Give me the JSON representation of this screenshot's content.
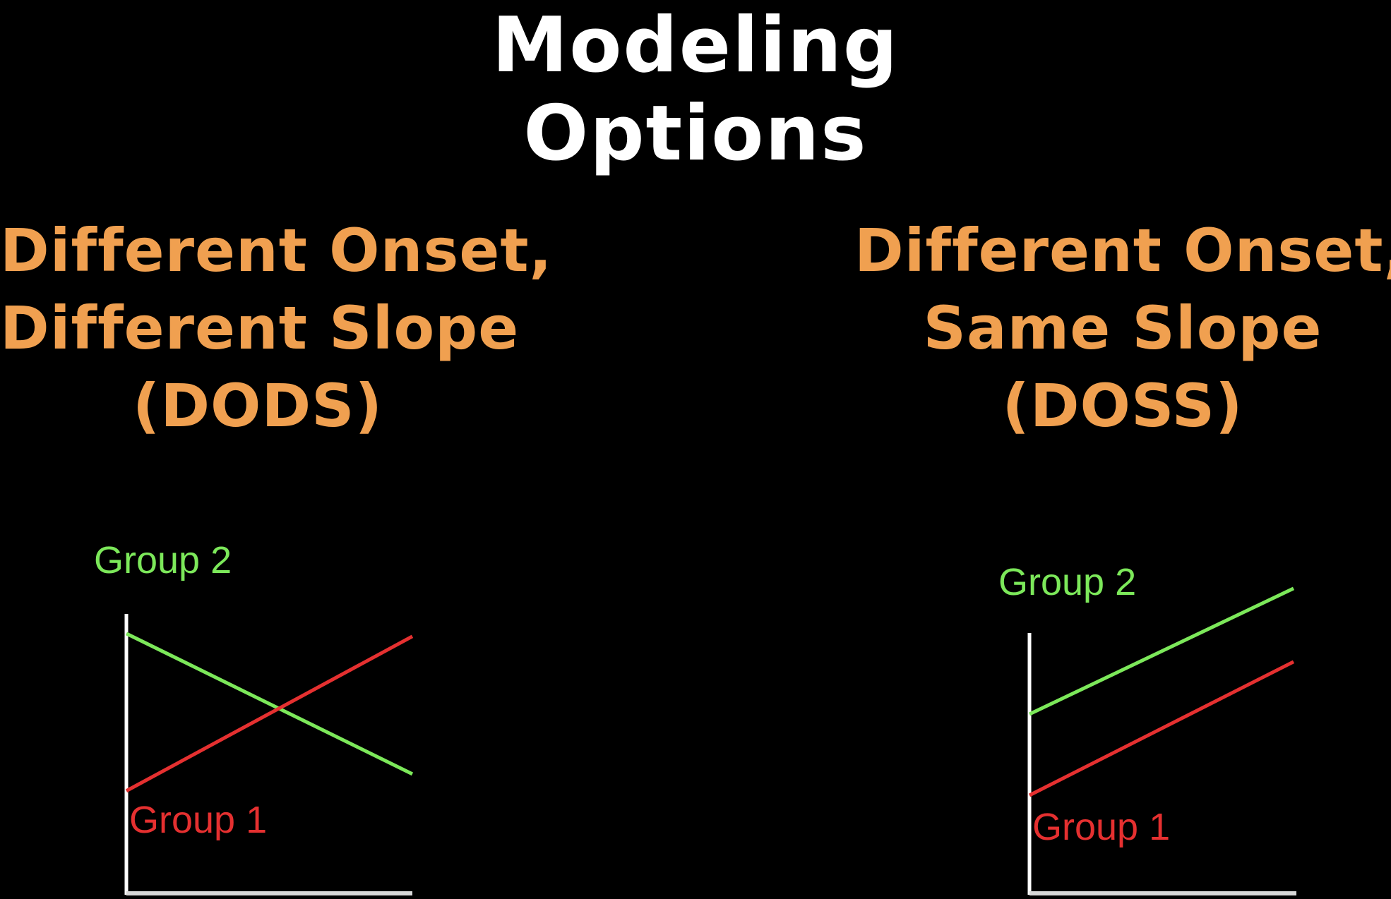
{
  "title": {
    "line1": "Modeling",
    "line2": "Options"
  },
  "colors": {
    "background": "#000000",
    "title": "#ffffff",
    "panel_title": "#F0A050",
    "group1": "#E53030",
    "group2": "#7CE85A",
    "axis": "#ffffff"
  },
  "panels": [
    {
      "title_lines": [
        "Different Onset,",
        "Different Slope",
        "(DODS)"
      ],
      "group2_label": "Group 2",
      "group1_label": "Group 1"
    },
    {
      "title_lines": [
        "Different Onset,",
        "Same Slope",
        "(DOSS)"
      ],
      "group2_label": "Group 2",
      "group1_label": "Group 1"
    }
  ],
  "chart_data": [
    {
      "type": "line",
      "xlabel": "",
      "ylabel": "",
      "x": [
        0,
        1
      ],
      "ylim": [
        0,
        1
      ],
      "series": [
        {
          "name": "Group 2",
          "color": "#7CE85A",
          "values": [
            0.93,
            0.43
          ]
        },
        {
          "name": "Group 1",
          "color": "#E53030",
          "values": [
            0.37,
            0.92
          ]
        }
      ]
    },
    {
      "type": "line",
      "xlabel": "",
      "ylabel": "",
      "x": [
        0,
        1
      ],
      "ylim": [
        0,
        1
      ],
      "series": [
        {
          "name": "Group 2",
          "color": "#7CE85A",
          "values": [
            0.69,
            1.17
          ]
        },
        {
          "name": "Group 1",
          "color": "#E53030",
          "values": [
            0.38,
            0.89
          ]
        }
      ]
    }
  ]
}
